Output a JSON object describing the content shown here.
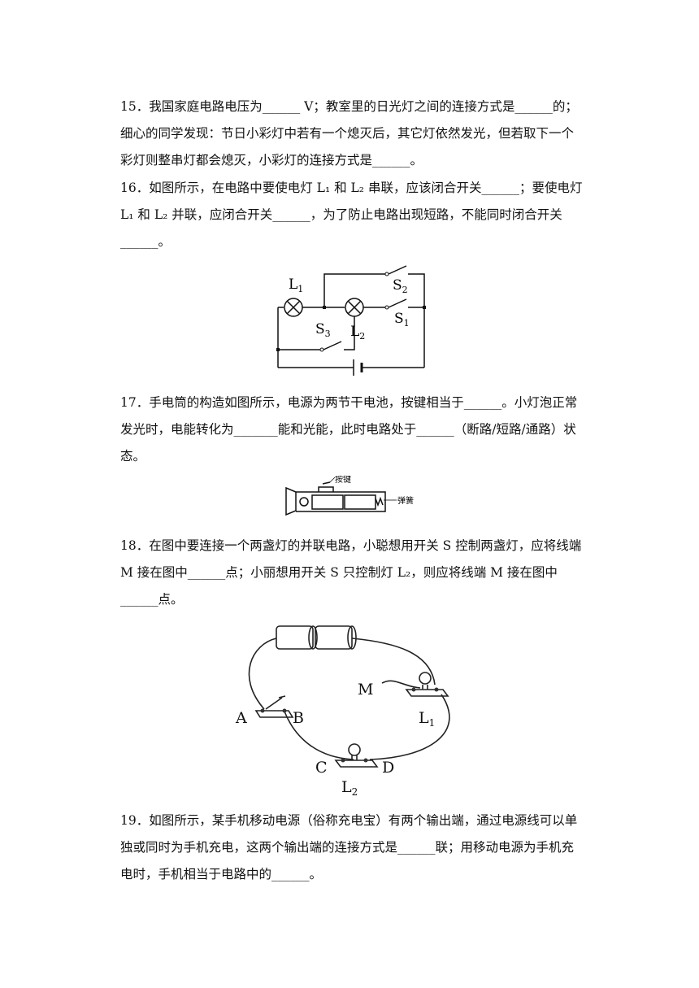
{
  "questions": {
    "q15": "15．我国家庭电路电压为______ V；教室里的日光灯之间的连接方式是______的；细心的同学发现：节日小彩灯中若有一个熄灭后，其它灯依然发光，但若取下一个彩灯则整串灯都会熄灭，小彩灯的连接方式是______。",
    "q16": "16．如图所示，在电路中要使电灯 L₁ 和 L₂ 串联，应该闭合开关______；要使电灯 L₁ 和 L₂ 并联，应闭合开关______，为了防止电路出现短路，不能同时闭合开关______。",
    "q17": "17．手电筒的构造如图所示，电源为两节干电池，按键相当于______。小灯泡正常发光时，电能转化为_______能和光能，此时电路处于______（断路/短路/通路）状态。",
    "q18": "18．在图中要连接一个两盏灯的并联电路，小聪想用开关 S 控制两盏灯，应将线端 M 接在图中______点；小丽想用开关 S 只控制灯 L₂，则应将线端 M 接在图中______点。",
    "q19": "19．如图所示，某手机移动电源（俗称充电宝）有两个输出端，通过电源线可以单独或同时为手机充电，这两个输出端的连接方式是______联；用移动电源为手机充电时，手机相当于电路中的______。"
  },
  "fig16": {
    "L1": "L",
    "L1_sub": "1",
    "L2": "L",
    "L2_sub": "2",
    "S1": "S",
    "S1_sub": "1",
    "S2": "S",
    "S2_sub": "2",
    "S3": "S",
    "S3_sub": "3"
  },
  "fig17": {
    "button": "按键",
    "spring": "弹簧"
  },
  "fig18": {
    "A": "A",
    "B": "B",
    "C": "C",
    "D": "D",
    "M": "M",
    "L1": "L",
    "L1_sub": "1",
    "L2": "L",
    "L2_sub": "2"
  }
}
